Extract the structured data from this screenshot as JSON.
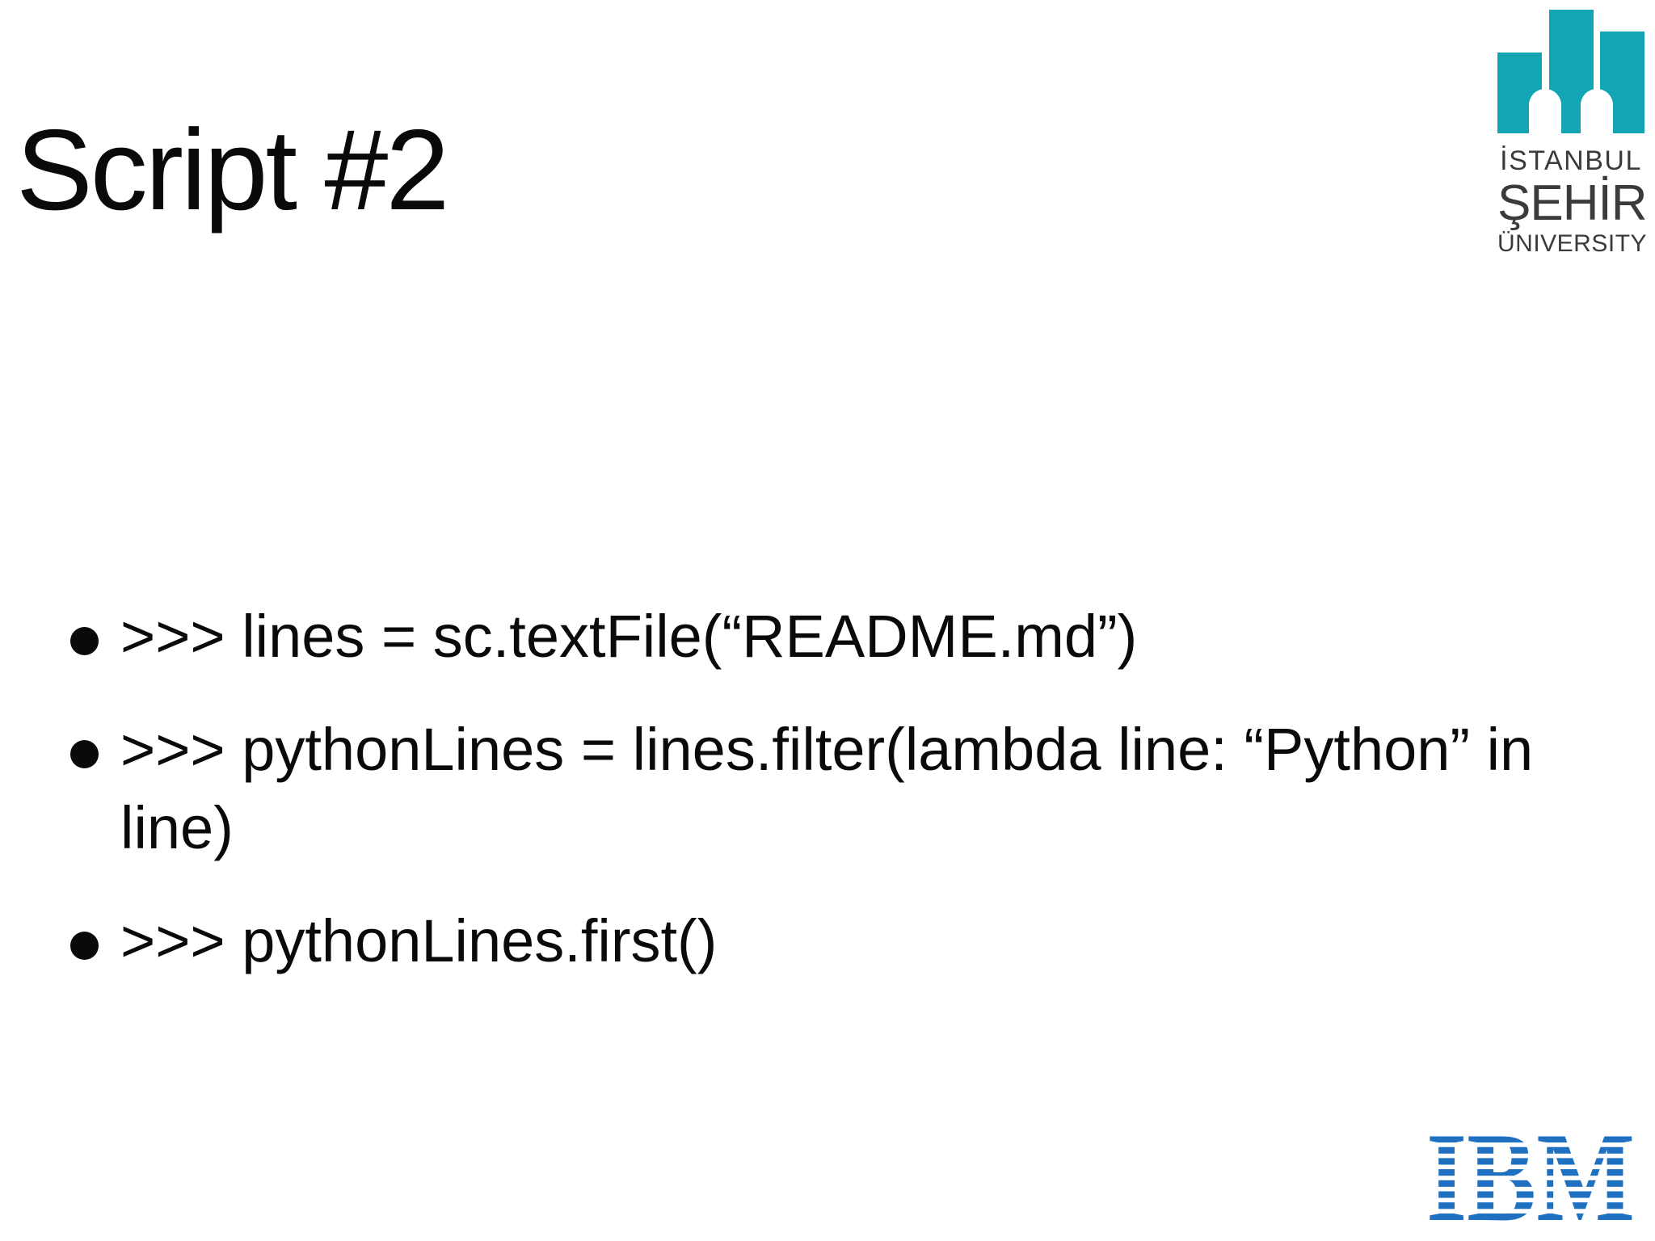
{
  "slide": {
    "title": "Script #2",
    "bullets": [
      ">>> lines = sc.textFile(“README.md”)",
      ">>> pythonLines = lines.filter(lambda line: “Python” in line)",
      ">>> pythonLines.first()"
    ]
  },
  "logos": {
    "university": {
      "line1": "İSTANBUL",
      "line2": "ŞEHİR",
      "line3": "ÜNIVERSITY"
    },
    "ibm": {
      "label": "IBM"
    }
  },
  "colors": {
    "background": "#ffffff",
    "text": "#0a0a0a",
    "teal": "#12a5b3",
    "ibm-blue": "#1f70c1",
    "logo-text": "#3b3b3d"
  }
}
